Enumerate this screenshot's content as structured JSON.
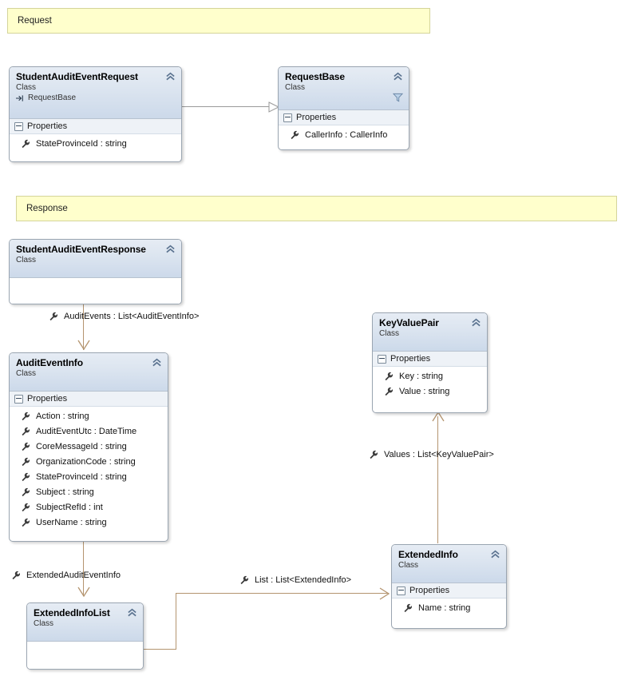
{
  "diagram": {
    "type": "uml-class-diagram",
    "groups": [
      {
        "id": "request",
        "label": "Request"
      },
      {
        "id": "response",
        "label": "Response"
      }
    ],
    "classes": [
      {
        "id": "student-audit-event-request",
        "name": "StudentAuditEventRequest",
        "stereotype": "Class",
        "base": "RequestBase",
        "compartment": "Properties",
        "members": [
          "StateProvinceId : string"
        ]
      },
      {
        "id": "request-base",
        "name": "RequestBase",
        "stereotype": "Class",
        "base": null,
        "compartment": "Properties",
        "members": [
          "CallerInfo : CallerInfo"
        ]
      },
      {
        "id": "student-audit-event-response",
        "name": "StudentAuditEventResponse",
        "stereotype": "Class",
        "base": null,
        "compartment": null,
        "members": []
      },
      {
        "id": "audit-event-info",
        "name": "AuditEventInfo",
        "stereotype": "Class",
        "base": null,
        "compartment": "Properties",
        "members": [
          "Action : string",
          "AuditEventUtc : DateTime",
          "CoreMessageId : string",
          "OrganizationCode : string",
          "StateProvinceId : string",
          "Subject : string",
          "SubjectRefId : int",
          "UserName : string"
        ]
      },
      {
        "id": "key-value-pair",
        "name": "KeyValuePair",
        "stereotype": "Class",
        "base": null,
        "compartment": "Properties",
        "members": [
          "Key : string",
          "Value : string"
        ]
      },
      {
        "id": "extended-info",
        "name": "ExtendedInfo",
        "stereotype": "Class",
        "base": null,
        "compartment": "Properties",
        "members": [
          "Name : string"
        ]
      },
      {
        "id": "extended-info-list",
        "name": "ExtendedInfoList",
        "stereotype": "Class",
        "base": null,
        "compartment": null,
        "members": []
      }
    ],
    "connectors": [
      {
        "id": "inheritance-request",
        "kind": "inheritance",
        "from": "student-audit-event-request",
        "to": "request-base",
        "label": null
      },
      {
        "id": "assoc-audit-events",
        "kind": "association",
        "from": "student-audit-event-response",
        "to": "audit-event-info",
        "label": "AuditEvents : List<AuditEventInfo>"
      },
      {
        "id": "assoc-extended-audit-event-info",
        "kind": "association",
        "from": "audit-event-info",
        "to": "extended-info-list",
        "label": "ExtendedAuditEventInfo"
      },
      {
        "id": "assoc-list-extended-info",
        "kind": "association",
        "from": "extended-info-list",
        "to": "extended-info",
        "label": "List : List<ExtendedInfo>"
      },
      {
        "id": "assoc-values",
        "kind": "association",
        "from": "extended-info",
        "to": "key-value-pair",
        "label": "Values : List<KeyValuePair>"
      }
    ],
    "icons": {
      "property": "wrench-icon",
      "collapse": "chevron-up-icon",
      "filter": "filter-icon",
      "compartment_toggle": "minus-box-icon",
      "base_class": "base-class-arrow-icon"
    },
    "colors": {
      "group_bar_fill": "#ffffcc",
      "group_bar_border": "#d4d49a",
      "class_border": "#9aa5b1",
      "header_gradient_top": "#e6ecf4",
      "header_gradient_bottom": "#ccd9ea",
      "compartment_fill": "#eef2f7",
      "association_line": "#b4946f",
      "inheritance_line": "#9a9a9a",
      "canvas": "#ffffff"
    }
  }
}
